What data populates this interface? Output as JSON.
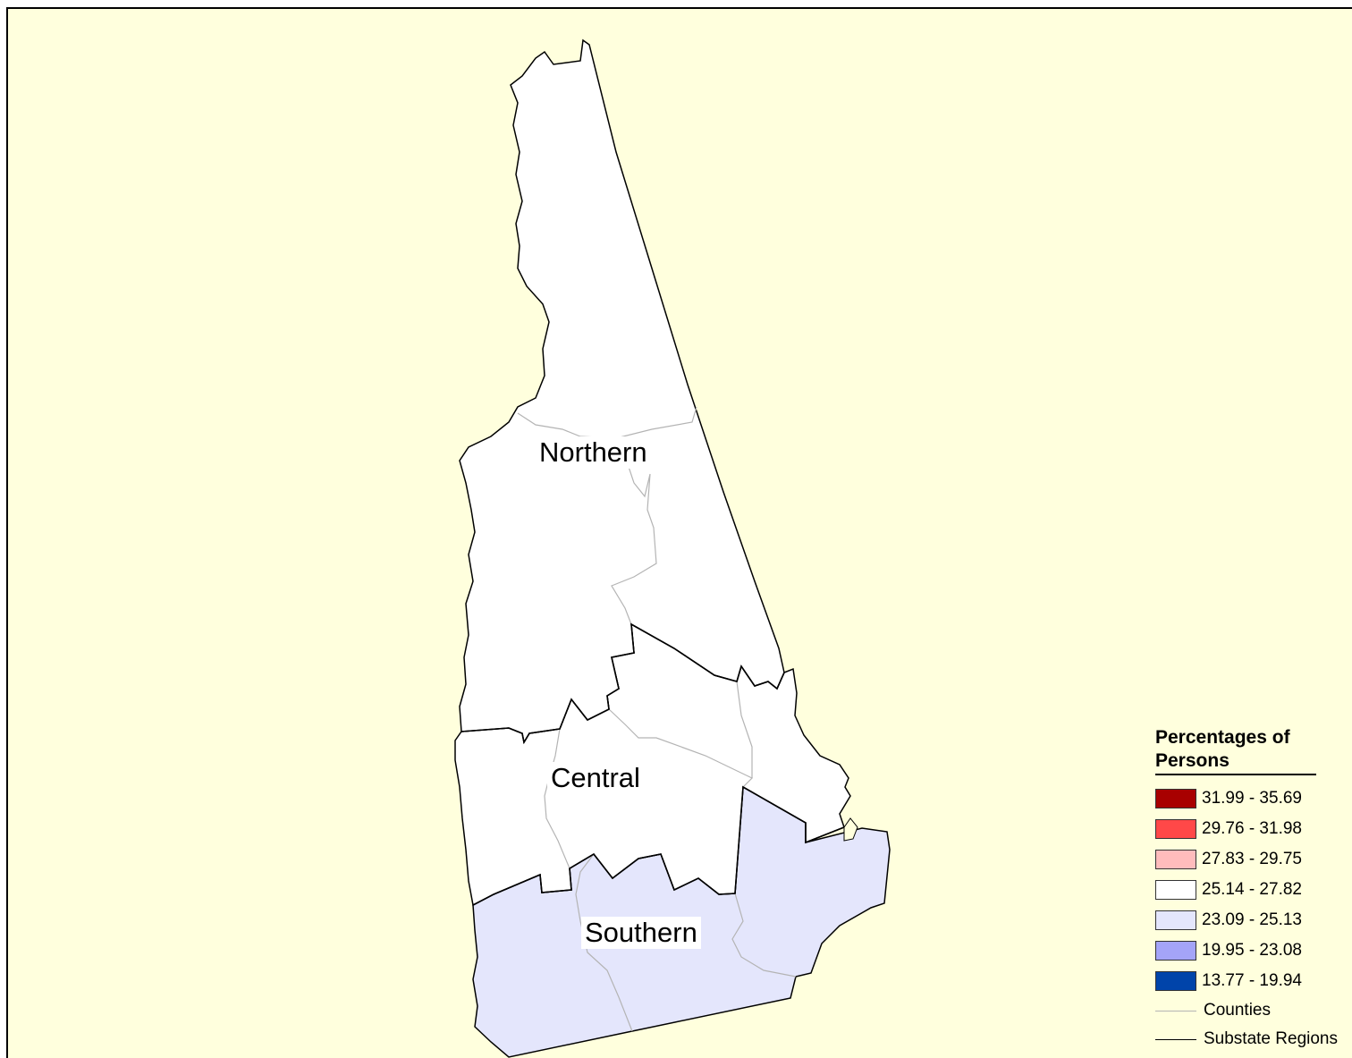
{
  "map": {
    "regions": [
      {
        "name": "Northern",
        "fill": "#ffffff"
      },
      {
        "name": "Central",
        "fill": "#ffffff"
      },
      {
        "name": "Southern",
        "fill": "#e4e6fc"
      }
    ],
    "background_color": "#ffffdd",
    "county_line_color": "#b4b4b4",
    "region_line_color": "#000000"
  },
  "legend": {
    "title_line1": "Percentages of",
    "title_line2": "Persons",
    "classes": [
      {
        "range": "31.99 - 35.69",
        "color": "#a80000"
      },
      {
        "range": "29.76 - 31.98",
        "color": "#ff4848"
      },
      {
        "range": "27.83 - 29.75",
        "color": "#ffbcbc"
      },
      {
        "range": "25.14 - 27.82",
        "color": "#ffffff"
      },
      {
        "range": "23.09 - 25.13",
        "color": "#e4e6fc"
      },
      {
        "range": "19.95 - 23.08",
        "color": "#a4a4f8"
      },
      {
        "range": "13.77 - 19.94",
        "color": "#0044aa"
      }
    ],
    "lines": [
      {
        "label": "Counties",
        "color": "#b4b4b4"
      },
      {
        "label": "Substate Regions",
        "color": "#000000"
      }
    ]
  }
}
